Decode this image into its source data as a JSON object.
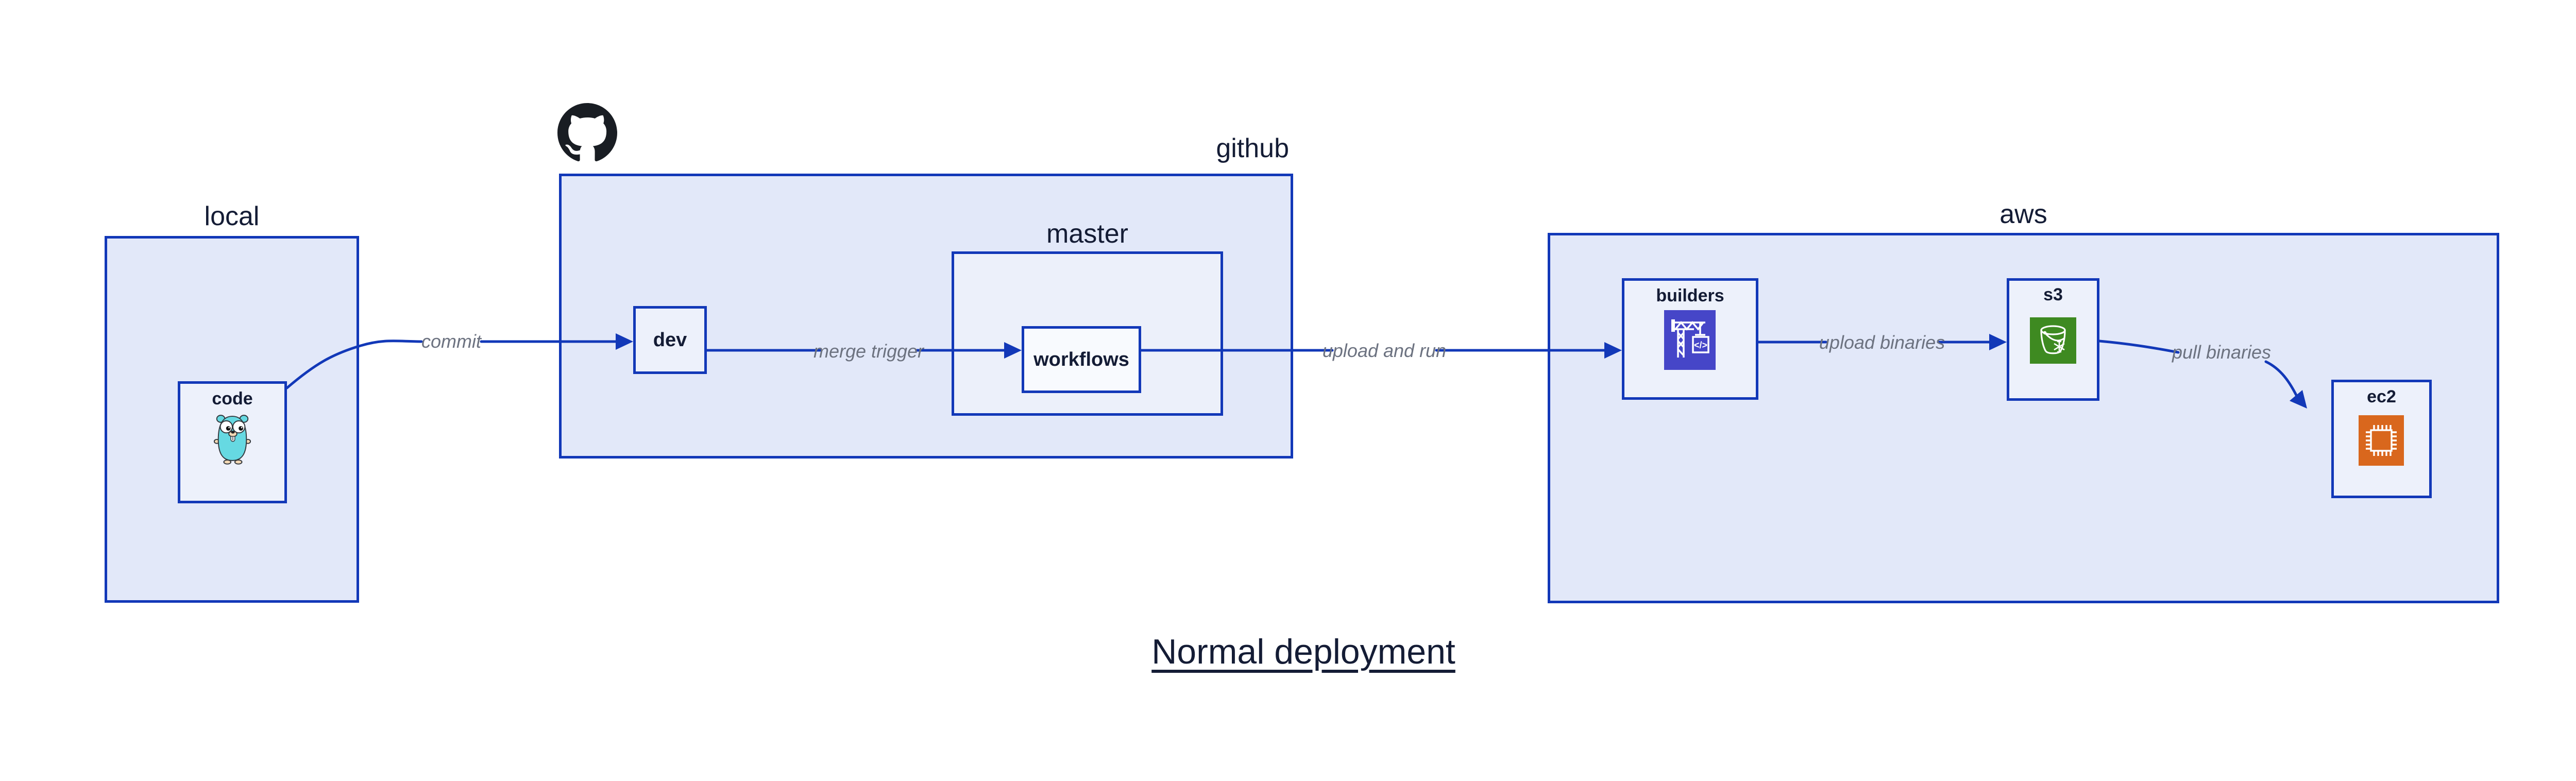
{
  "title": {
    "text": "Normal deployment"
  },
  "regions": {
    "local": {
      "label": "local"
    },
    "github": {
      "label": "github"
    },
    "master": {
      "label": "master"
    },
    "aws": {
      "label": "aws"
    }
  },
  "nodes": {
    "code": {
      "label": "code",
      "icon": "go-gopher-icon"
    },
    "dev": {
      "label": "dev"
    },
    "workflows": {
      "label": "workflows"
    },
    "builders": {
      "label": "builders",
      "icon": "aws-codebuild-crane-icon",
      "code_glyph": "</>"
    },
    "s3": {
      "label": "s3",
      "icon": "aws-s3-bucket-icon"
    },
    "ec2": {
      "label": "ec2",
      "icon": "aws-ec2-chip-icon"
    }
  },
  "edges": {
    "commit": {
      "label": "commit",
      "from": "code",
      "to": "dev"
    },
    "merge_trigger": {
      "label": "merge trigger",
      "from": "dev",
      "to": "workflows"
    },
    "upload_and_run": {
      "label": "upload and run",
      "from": "workflows",
      "to": "builders"
    },
    "upload_binaries": {
      "label": "upload binaries",
      "from": "builders",
      "to": "s3"
    },
    "pull_binaries": {
      "label": "pull binaries",
      "from": "s3",
      "to": "ec2"
    }
  },
  "icons": {
    "github_logo": "github-octocat-icon"
  },
  "colors": {
    "accent_blue": "#1238b8",
    "region_fill": "#e2e8f9",
    "node_fill": "#edf1fb",
    "workflows_fill": "#f8fafe",
    "label_navy": "#141c35",
    "edge_label_gray": "#6c7280",
    "codebuild_purple": "#4646c8",
    "s3_green": "#3e8a21",
    "ec2_orange": "#d9671d",
    "gopher_teal": "#66d9e2",
    "octocat_black": "#191d23"
  }
}
